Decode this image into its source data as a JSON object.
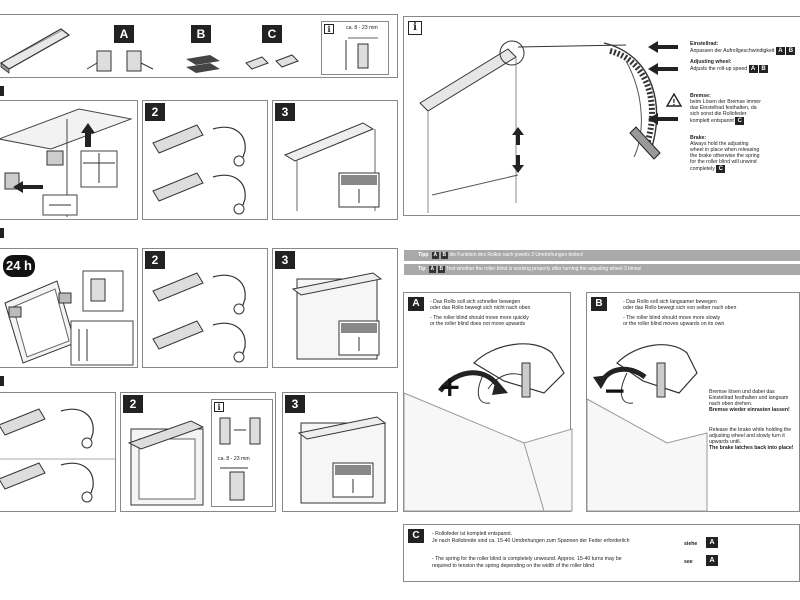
{
  "top_row": {
    "badges": [
      "A",
      "B",
      "C"
    ],
    "measure": "ca. 8 - 23 mm"
  },
  "steps": {
    "n2": "2",
    "n3": "3",
    "n24": "24 h"
  },
  "info_panel": {
    "icon": "i",
    "adjust_de_title": "Einstellrad:",
    "adjust_de_text": "Anpassen der Aufrollgeschwindigkeit",
    "adjust_en_title": "Adjusting wheel:",
    "adjust_en_text": "Adjusts the roll-up speed",
    "brake_de_title": "Bremse:",
    "brake_de_lines": [
      "beim Lösen der Bremse immer",
      "das Einstellrad festhalten, da",
      "sich sonst die Rollofeder",
      "komplett entspannt"
    ],
    "brake_en_title": "Brake:",
    "brake_en_lines": [
      "Always hold the adjusting",
      "wheel in place when releasing",
      "the brake otherwise the spring",
      "for the roller blind will unwind",
      "completely"
    ],
    "badge_c": "C",
    "badge_a": "A",
    "badge_b": "B",
    "warning_icon": "warning-triangle-icon"
  },
  "tips": {
    "tipp_label": "Tipp",
    "tipp_text": "die Funktion des Rollos nach jeweils 3 Umdrehungen testen!",
    "tip_label": "Tip",
    "tip_text": "Test whether the roller blind is working properly after turning the adjusting wheel 3 times!"
  },
  "panel_a": {
    "badge": "A",
    "de_lines": [
      "- Das Rollo soll sich schneller bewegen",
      "  oder das Rollo bewegt sich nicht nach oben"
    ],
    "en_lines": [
      "- The roller blind should move more quickly",
      "  or the roller blind does not move upwards"
    ],
    "sign": "+"
  },
  "panel_b": {
    "badge": "B",
    "de_lines": [
      "- Das Rollo soll sich langsamer bewegen",
      "  oder das Rollo bewegt sich von selber nach oben"
    ],
    "en_lines": [
      "- The roller blind should move more slowly",
      "  or the roller blind moves upwards on its own"
    ],
    "sign": "−",
    "note_de_lines": [
      "Bremse lösen und dabei das",
      "Einstellrad festhalten und langsam",
      "nach oben drehen."
    ],
    "note_de_bold": "Bremse wieder einrasten lassen!",
    "note_en_lines": [
      "Release the brake while holding the",
      "adjusting wheel and slowly turn it",
      "upwards until."
    ],
    "note_en_bold": "The brake latches back into place!"
  },
  "panel_c": {
    "badge": "C",
    "de_lines": [
      "- Rollofeder ist komplett entspannt.",
      "  Je nach Rollobreite sind ca. 15-40 Umdrehungen zum Spannen der Feder erforderlich"
    ],
    "en_lines": [
      "- The spring for the roller blind is completely unwound. Approx. 15-40 turns may be",
      "  required to tension the spring depending on the width of the roller blind"
    ],
    "siehe": "siehe",
    "see": "see",
    "ref_badge": "A"
  }
}
